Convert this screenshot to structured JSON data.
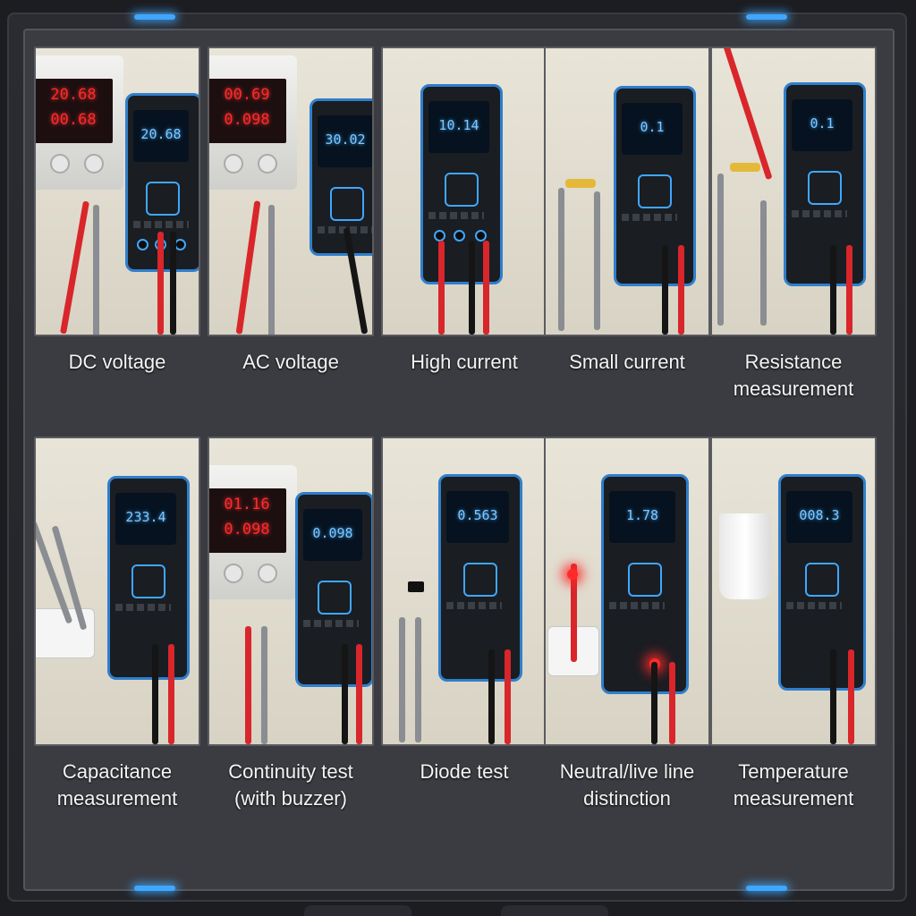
{
  "colors": {
    "accent_led": "#3fa7ff",
    "psu_digits": "#ff2a2a",
    "meter_digits": "#7ec8ff",
    "frame": "#2b2c31"
  },
  "tiles": [
    {
      "caption": "DC voltage",
      "psu": [
        "20.68",
        "00.68"
      ],
      "meter": "20.68"
    },
    {
      "caption": "AC voltage",
      "psu": [
        "00.69",
        "0.098"
      ],
      "meter": "30.02"
    },
    {
      "caption": "High current",
      "meter": "10.14"
    },
    {
      "caption": "Small current",
      "meter": "0.1"
    },
    {
      "caption": "Resistance measurement",
      "meter": "0.1"
    },
    {
      "caption": "Capacitance measurement",
      "meter": "233.4"
    },
    {
      "caption": "Continuity test (with buzzer)",
      "psu": [
        "01.16",
        "0.098"
      ],
      "meter": "0.098"
    },
    {
      "caption": "Diode test",
      "meter": "0.563"
    },
    {
      "caption": "Neutral/live line distinction",
      "meter": "1.78"
    },
    {
      "caption": "Temperature measurement",
      "meter": "008.3"
    }
  ]
}
